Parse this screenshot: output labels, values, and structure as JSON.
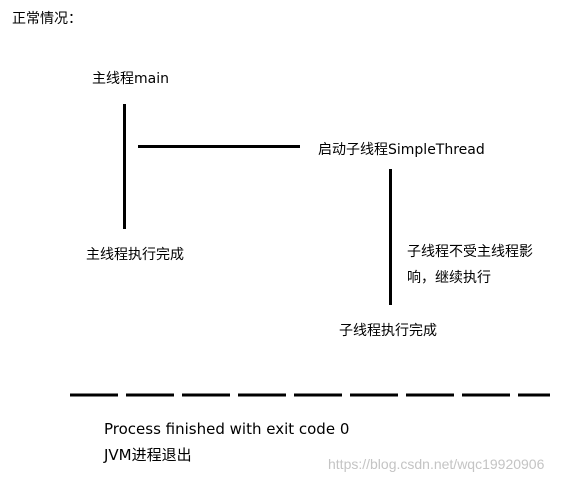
{
  "heading": "正常情况：",
  "main_thread": {
    "start_label": "主线程main",
    "end_label": "主线程执行完成"
  },
  "child_thread": {
    "start_label": "启动子线程SimpleThread",
    "note_line1": "子线程不受主线程影",
    "note_line2": "响，继续执行",
    "end_label": "子线程执行完成"
  },
  "console": {
    "line1": "Process finished with exit code 0",
    "line2": "JVM进程退出"
  },
  "watermark": "https://blog.csdn.net/wqc19920906"
}
